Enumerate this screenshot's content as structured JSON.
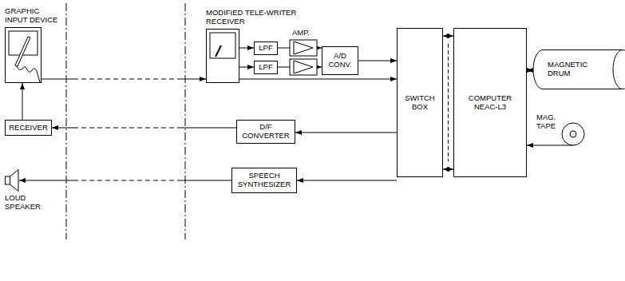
{
  "diagram": {
    "nodes": [
      {
        "text": [
          "GRAPHIC INPUT DEVICE"
        ]
      },
      {
        "text": [
          "RECEIVER"
        ]
      },
      {
        "text": [
          "LOUD SPEAKER"
        ]
      },
      {
        "text": [
          "MODIFIED TELE-WRITER RECEIVER"
        ]
      },
      {
        "text": [
          "LPF"
        ]
      },
      {
        "text": [
          "LPF"
        ]
      },
      {
        "text": [
          "A/D CONV."
        ]
      },
      {
        "text": [
          "D/F CONVERTER"
        ]
      },
      {
        "text": [
          "SPEECH SYNTHESIZER"
        ]
      },
      {
        "text": [
          "SWITCH BOX"
        ]
      },
      {
        "text": [
          "COMPUTER NEAC-L3"
        ]
      },
      {
        "text": [
          "MAGNETIC DRUM"
        ]
      },
      {
        "text": [
          "MAG. TAPE"
        ]
      }
    ],
    "edges": [
      {
        "from": 0,
        "to": 3,
        "arrow": "to"
      },
      {
        "from": 3,
        "to": 4,
        "arrow": "to"
      },
      {
        "from": 3,
        "to": 5,
        "arrow": "to"
      },
      {
        "from": 4,
        "to": 6,
        "arrow": "to"
      },
      {
        "from": 5,
        "to": 6,
        "arrow": "to"
      },
      {
        "from": 6,
        "to": 9,
        "arrow": "to"
      },
      {
        "from": 3,
        "to": 9,
        "arrow": "to"
      },
      {
        "from": 9,
        "to": 10,
        "arrow": "both"
      },
      {
        "from": 9,
        "to": 10,
        "arrow": "both"
      },
      {
        "from": 10,
        "to": 11,
        "arrow": "both"
      },
      {
        "from": 12,
        "to": 10,
        "arrow": "to"
      },
      {
        "from": 9,
        "to": 7,
        "arrow": "to"
      },
      {
        "from": 7,
        "to": 1,
        "arrow": "to"
      },
      {
        "from": 9,
        "to": 8,
        "arrow": "to"
      },
      {
        "from": 8,
        "to": 2,
        "arrow": "to"
      },
      {
        "from": 1,
        "to": 0,
        "arrow": "to"
      }
    ],
    "labels": [
      "AMP."
    ]
  }
}
